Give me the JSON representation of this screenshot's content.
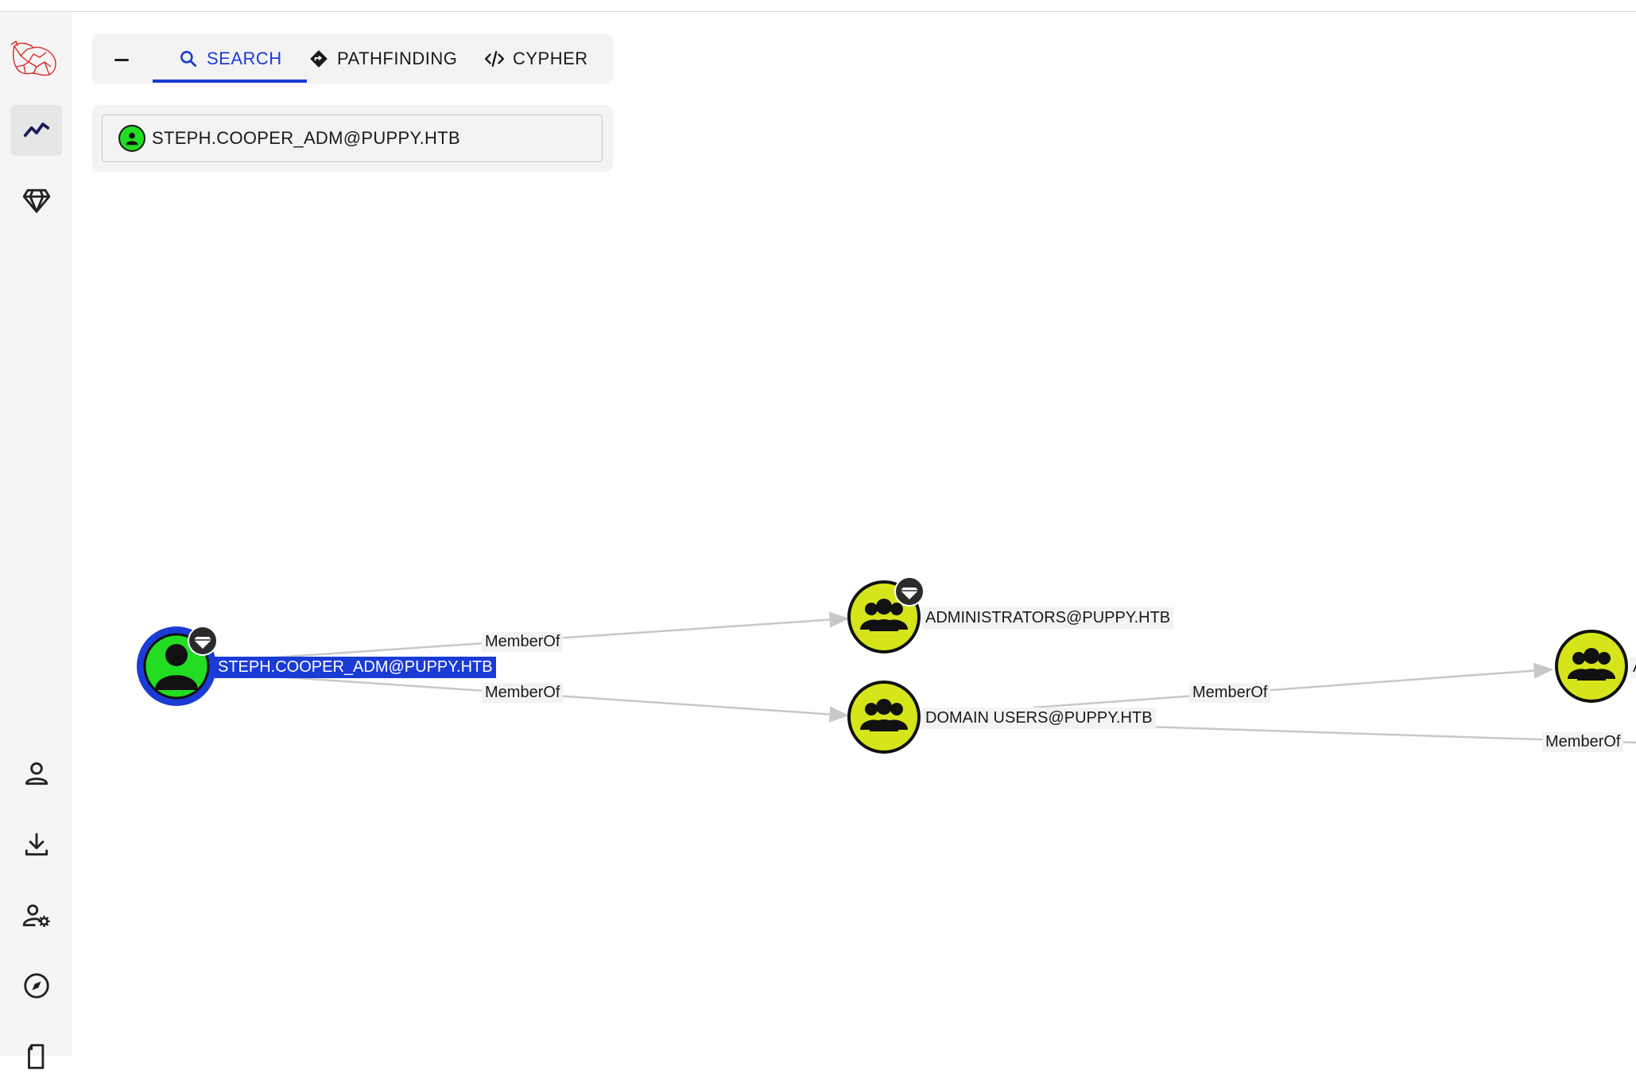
{
  "tabs": {
    "collapse_label": "",
    "items": [
      {
        "label": "SEARCH",
        "icon": "search-icon",
        "active": true
      },
      {
        "label": "PATHFINDING",
        "icon": "pathfinding-icon",
        "active": false
      },
      {
        "label": "CYPHER",
        "icon": "code-icon",
        "active": false
      }
    ]
  },
  "search": {
    "value": "STEPH.COOPER_ADM@PUPPY.HTB",
    "icon": "user-icon"
  },
  "sidebar": {
    "logo": "bloodhound-logo",
    "items": [
      {
        "name": "explore",
        "icon": "chart-line-icon",
        "active": true
      },
      {
        "name": "group-management",
        "icon": "gem-icon",
        "active": false
      },
      {
        "name": "profile",
        "icon": "user-icon",
        "active": false
      },
      {
        "name": "download-collectors",
        "icon": "download-icon",
        "active": false
      },
      {
        "name": "administration",
        "icon": "user-gear-icon",
        "active": false
      },
      {
        "name": "quick-start",
        "icon": "compass-icon",
        "active": false
      },
      {
        "name": "docs",
        "icon": "file-icon",
        "active": false
      }
    ]
  },
  "graph": {
    "colors": {
      "user": "#22dd22",
      "group": "#d6e51a",
      "selected": "#1a3bd6",
      "edge": "#c8c8c8"
    },
    "nodes": [
      {
        "id": "steph",
        "label": "STEPH.COOPER_ADM@PUPPY.HTB",
        "type": "user",
        "tier_zero": true,
        "selected": true
      },
      {
        "id": "admins",
        "label": "ADMINISTRATORS@PUPPY.HTB",
        "type": "group",
        "tier_zero": true,
        "selected": false
      },
      {
        "id": "domusers",
        "label": "DOMAIN USERS@PUPPY.HTB",
        "type": "group",
        "tier_zero": false,
        "selected": false
      },
      {
        "id": "offscreen",
        "label": "A",
        "type": "group",
        "tier_zero": false,
        "selected": false
      }
    ],
    "edges": [
      {
        "from": "steph",
        "to": "admins",
        "label": "MemberOf"
      },
      {
        "from": "steph",
        "to": "domusers",
        "label": "MemberOf"
      },
      {
        "from": "domusers",
        "to": "offscreen",
        "label": "MemberOf"
      },
      {
        "from": "domusers",
        "to": "offscreen-2",
        "label": "MemberOf"
      }
    ]
  }
}
